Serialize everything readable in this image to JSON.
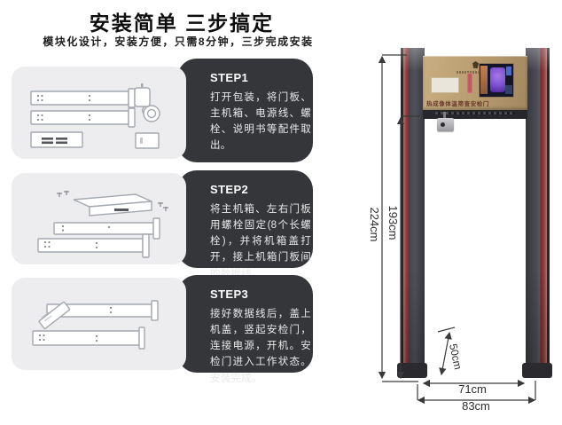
{
  "header": {
    "title": "安装简单 三步搞定",
    "subtitle": "模块化设计，安装方便，只需8分钟，三步完成安装"
  },
  "steps": [
    {
      "label": "STEP1",
      "text": "打开包装，将门板、主机箱、电源线、螺栓、说明书等配件取出。"
    },
    {
      "label": "STEP2",
      "text": "将主机箱、左右门板用螺栓固定(8个长螺栓)，并将机箱盖打开，接上机箱门板间的数据线。"
    },
    {
      "label": "STEP3",
      "text": "接好数据线后，盖上机盖，竖起安检门，连接电源，开机。安检门进入工作状态。安装完成。"
    }
  ],
  "detector": {
    "panel_label": "热成像体温筛查安检门",
    "dims": {
      "total_height": "224cm",
      "inner_height": "193cm",
      "base_depth": "50cm",
      "inner_width": "71cm",
      "outer_width": "83cm"
    }
  },
  "colors": {
    "step_box": "#35363a",
    "card_bg": "#ededef",
    "panel_gold": "#b69b6e",
    "led_red": "#95403e",
    "screen_purple": "#7b4fd0"
  }
}
